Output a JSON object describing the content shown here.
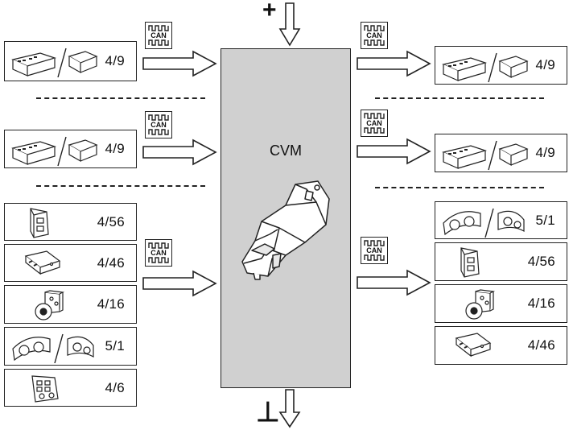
{
  "diagram": {
    "center_label": "CVM",
    "bus_label": "CAN",
    "left_groups": [
      {
        "modules": [
          {
            "label": "4/9",
            "icon": "dual-ecu-icon"
          }
        ]
      },
      {
        "modules": [
          {
            "label": "4/9",
            "icon": "dual-ecu-icon"
          }
        ]
      },
      {
        "modules": [
          {
            "label": "4/56",
            "icon": "module-connector-icon"
          },
          {
            "label": "4/46",
            "icon": "flat-ecu-icon"
          },
          {
            "label": "4/16",
            "icon": "hydraulic-unit-icon"
          },
          {
            "label": "5/1",
            "icon": "instrument-cluster-icon"
          },
          {
            "label": "4/6",
            "icon": "control-panel-icon"
          }
        ]
      }
    ],
    "right_groups": [
      {
        "modules": [
          {
            "label": "4/9",
            "icon": "dual-ecu-icon"
          }
        ]
      },
      {
        "modules": [
          {
            "label": "4/9",
            "icon": "dual-ecu-icon"
          }
        ]
      },
      {
        "modules": [
          {
            "label": "5/1",
            "icon": "instrument-cluster-icon"
          },
          {
            "label": "4/56",
            "icon": "module-connector-icon"
          },
          {
            "label": "4/16",
            "icon": "hydraulic-unit-icon"
          },
          {
            "label": "4/46",
            "icon": "flat-ecu-icon"
          }
        ]
      }
    ],
    "power_in_symbol": "+",
    "ground_symbol": "⊥"
  }
}
